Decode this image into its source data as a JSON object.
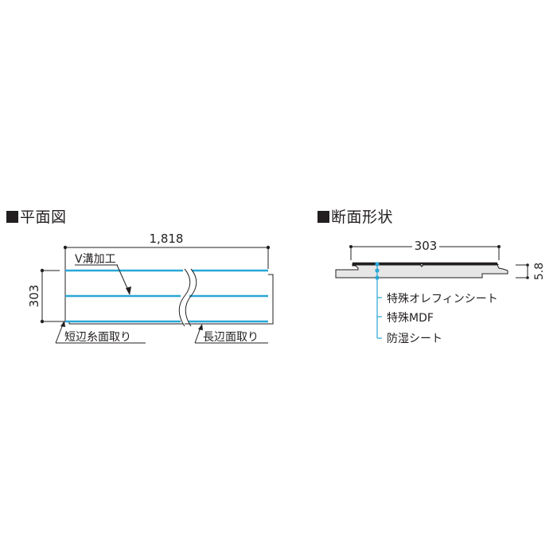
{
  "plan_view": {
    "title": "平面図",
    "length_label": "1,818",
    "width_label": "303",
    "v_groove_label": "V溝加工",
    "short_edge_label": "短辺糸面取り",
    "long_edge_label": "長辺面取り"
  },
  "cross_section": {
    "title": "断面形状",
    "width_label": "303",
    "thickness_label": "5.8",
    "layers": [
      {
        "label": "特殊オレフィンシート"
      },
      {
        "label": "特殊MDF"
      },
      {
        "label": "防湿シート"
      }
    ]
  },
  "colors": {
    "groove_blue": "#2aa7d6",
    "line": "#231f20",
    "board_fill": "#e6e6e6"
  }
}
